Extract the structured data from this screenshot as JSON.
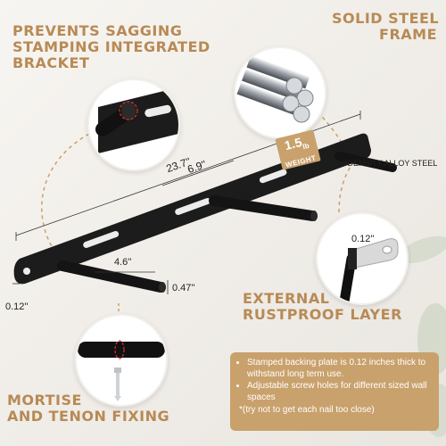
{
  "headings": {
    "sagging": [
      "PREVENTS SAGGING",
      "STAMPING INTEGRATED",
      "BRACKET"
    ],
    "steel": [
      "SOLID STEEL",
      "FRAME"
    ],
    "rustproof": [
      "EXTERNAL",
      "RUSTPROOF LAYER"
    ],
    "mortise": [
      "MORTISE",
      "AND TENON FIXING"
    ]
  },
  "dimensions": {
    "length": "23.7''",
    "spacing": "6.9''",
    "rod_length": "4.6''",
    "rod_diameter": "0.47''",
    "plate_thickness": "0.12''",
    "plate_thickness_detail": "0.12''"
  },
  "weight_badge": {
    "value": "1.5",
    "unit": "lb",
    "label": "WEIGHT"
  },
  "material_label": "*DENSITY ALLOY STEEL",
  "notes": {
    "bullets": [
      "Stamped backing plate is 0.12 inches thick to withstand long term use.",
      "Adjustable screw holes for different sized wall spaces"
    ],
    "extra": "*(try not to get each nail too close)"
  },
  "colors": {
    "accent": "#b88a55",
    "badge": "#c9a16c",
    "steel_dark": "#1a1a1a"
  }
}
